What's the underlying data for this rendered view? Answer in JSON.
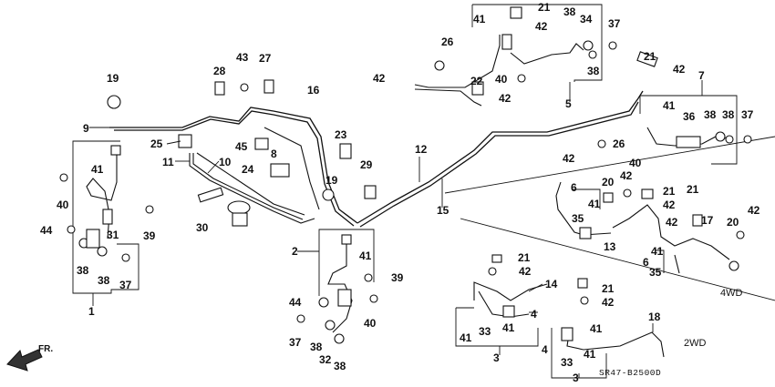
{
  "callouts": [
    {
      "id": "c21a",
      "text": "21"
    },
    {
      "id": "c41a",
      "text": "41"
    },
    {
      "id": "c42a",
      "text": "42"
    },
    {
      "id": "c38a",
      "text": "38"
    },
    {
      "id": "c34",
      "text": "34"
    },
    {
      "id": "c37a",
      "text": "37"
    },
    {
      "id": "c26a",
      "text": "26"
    },
    {
      "id": "c21b",
      "text": "21"
    },
    {
      "id": "c42b",
      "text": "42"
    },
    {
      "id": "c42c",
      "text": "42"
    },
    {
      "id": "c22",
      "text": "22"
    },
    {
      "id": "c40a",
      "text": "40"
    },
    {
      "id": "c42d",
      "text": "42"
    },
    {
      "id": "c38b",
      "text": "38"
    },
    {
      "id": "c5",
      "text": "5"
    },
    {
      "id": "c7",
      "text": "7"
    },
    {
      "id": "c19a",
      "text": "19"
    },
    {
      "id": "c28",
      "text": "28"
    },
    {
      "id": "c43",
      "text": "43"
    },
    {
      "id": "c27",
      "text": "27"
    },
    {
      "id": "c16",
      "text": "16"
    },
    {
      "id": "c9",
      "text": "9"
    },
    {
      "id": "c41b",
      "text": "41"
    },
    {
      "id": "c36",
      "text": "36"
    },
    {
      "id": "c38c",
      "text": "38"
    },
    {
      "id": "c38d",
      "text": "38"
    },
    {
      "id": "c37b",
      "text": "37"
    },
    {
      "id": "c25",
      "text": "25"
    },
    {
      "id": "c45",
      "text": "45"
    },
    {
      "id": "c23",
      "text": "23"
    },
    {
      "id": "c26b",
      "text": "26"
    },
    {
      "id": "c8",
      "text": "8"
    },
    {
      "id": "c12",
      "text": "12"
    },
    {
      "id": "c41c",
      "text": "41"
    },
    {
      "id": "c42e",
      "text": "42"
    },
    {
      "id": "c40b",
      "text": "40"
    },
    {
      "id": "c11",
      "text": "11"
    },
    {
      "id": "c10",
      "text": "10"
    },
    {
      "id": "c24",
      "text": "24"
    },
    {
      "id": "c29",
      "text": "29"
    },
    {
      "id": "c19b",
      "text": "19"
    },
    {
      "id": "c40c",
      "text": "40"
    },
    {
      "id": "c15",
      "text": "15"
    },
    {
      "id": "c42f",
      "text": "42"
    },
    {
      "id": "c6a",
      "text": "6"
    },
    {
      "id": "c20a",
      "text": "20"
    },
    {
      "id": "c21c",
      "text": "21"
    },
    {
      "id": "c41d",
      "text": "41"
    },
    {
      "id": "c42g",
      "text": "42"
    },
    {
      "id": "c21d",
      "text": "21"
    },
    {
      "id": "c35a",
      "text": "35"
    },
    {
      "id": "c42h",
      "text": "42"
    },
    {
      "id": "c17",
      "text": "17"
    },
    {
      "id": "c20b",
      "text": "20"
    },
    {
      "id": "c42i",
      "text": "42"
    },
    {
      "id": "c30",
      "text": "30"
    },
    {
      "id": "c31",
      "text": "31"
    },
    {
      "id": "c39a",
      "text": "39"
    },
    {
      "id": "c44a",
      "text": "44"
    },
    {
      "id": "c2",
      "text": "2"
    },
    {
      "id": "c41e",
      "text": "41"
    },
    {
      "id": "c13",
      "text": "13"
    },
    {
      "id": "c41f",
      "text": "41"
    },
    {
      "id": "c6b",
      "text": "6"
    },
    {
      "id": "c35b",
      "text": "35"
    },
    {
      "id": "c38e",
      "text": "38"
    },
    {
      "id": "c38f",
      "text": "38"
    },
    {
      "id": "c37c",
      "text": "37"
    },
    {
      "id": "c21e",
      "text": "21"
    },
    {
      "id": "c42j",
      "text": "42"
    },
    {
      "id": "c39b",
      "text": "39"
    },
    {
      "id": "c14",
      "text": "14"
    },
    {
      "id": "c1",
      "text": "1"
    },
    {
      "id": "c44b",
      "text": "44"
    },
    {
      "id": "c40d",
      "text": "40"
    },
    {
      "id": "c21f",
      "text": "21"
    },
    {
      "id": "c42k",
      "text": "42"
    },
    {
      "id": "c4a",
      "text": "4"
    },
    {
      "id": "c37d",
      "text": "37"
    },
    {
      "id": "c38g",
      "text": "38"
    },
    {
      "id": "c32",
      "text": "32"
    },
    {
      "id": "c38h",
      "text": "38"
    },
    {
      "id": "c41g",
      "text": "41"
    },
    {
      "id": "c33a",
      "text": "33"
    },
    {
      "id": "c41h",
      "text": "41"
    },
    {
      "id": "c3a",
      "text": "3"
    },
    {
      "id": "c18",
      "text": "18"
    },
    {
      "id": "c41i",
      "text": "41"
    },
    {
      "id": "c4b",
      "text": "4"
    },
    {
      "id": "c41j",
      "text": "41"
    },
    {
      "id": "c33b",
      "text": "33"
    },
    {
      "id": "c3b",
      "text": "3"
    }
  ],
  "labels": {
    "variant_4wd": "4WD",
    "variant_2wd": "2WD",
    "diagram_code": "SR47-B2500D",
    "front_marker": "FR."
  }
}
